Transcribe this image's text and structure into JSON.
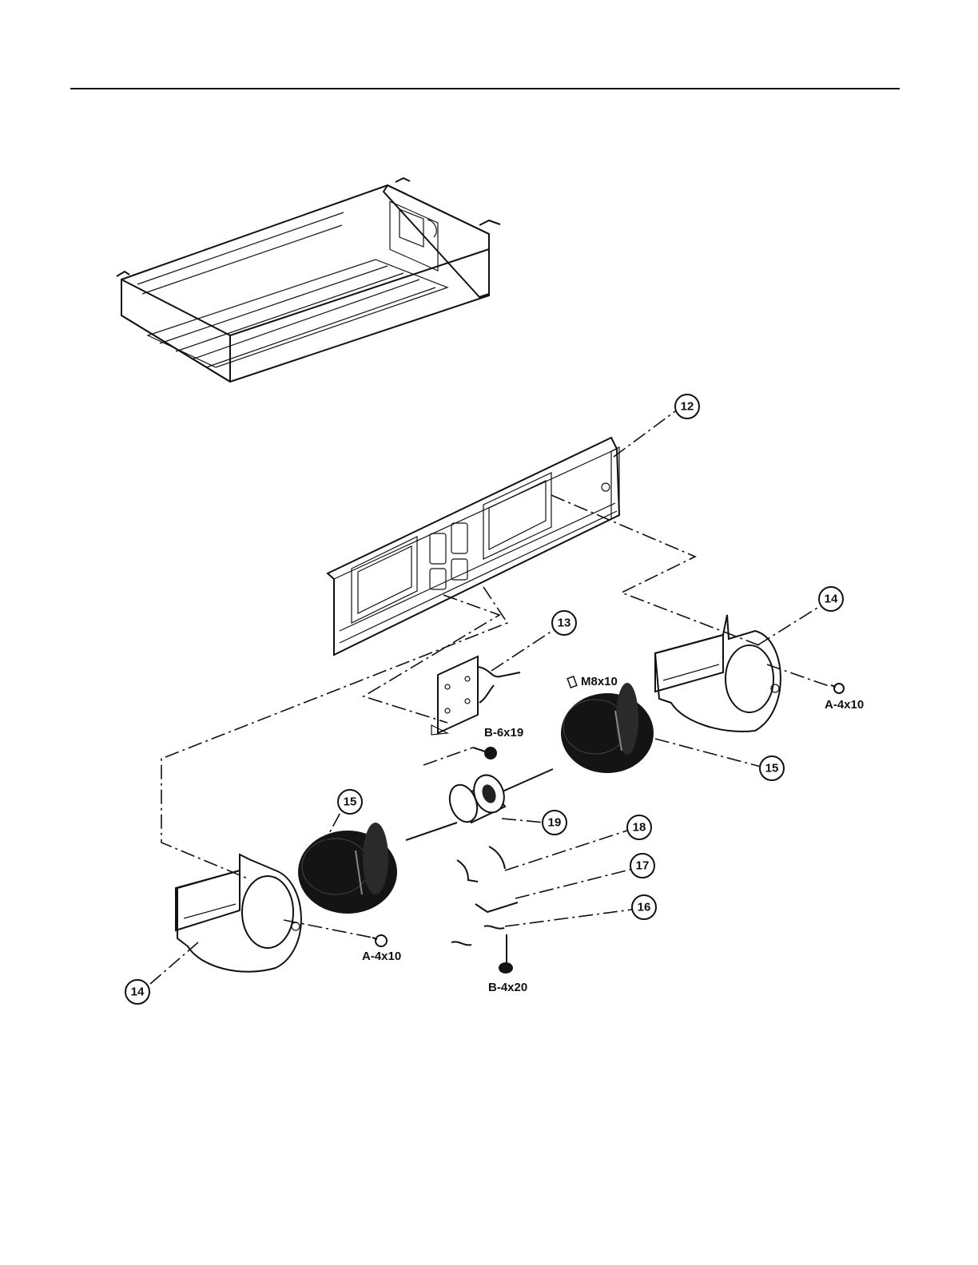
{
  "callouts": [
    {
      "id": "c12",
      "label": "12"
    },
    {
      "id": "c13",
      "label": "13"
    },
    {
      "id": "c14a",
      "label": "14"
    },
    {
      "id": "c14b",
      "label": "14"
    },
    {
      "id": "c15a",
      "label": "15"
    },
    {
      "id": "c15b",
      "label": "15"
    },
    {
      "id": "c16",
      "label": "16"
    },
    {
      "id": "c17",
      "label": "17"
    },
    {
      "id": "c18",
      "label": "18"
    },
    {
      "id": "c19",
      "label": "19"
    }
  ],
  "fasteners": {
    "m8x10": "M8x10",
    "a4x10_right": "A-4x10",
    "a4x10_left": "A-4x10",
    "b6x19": "B-6x19",
    "b4x20": "B-4x20"
  }
}
